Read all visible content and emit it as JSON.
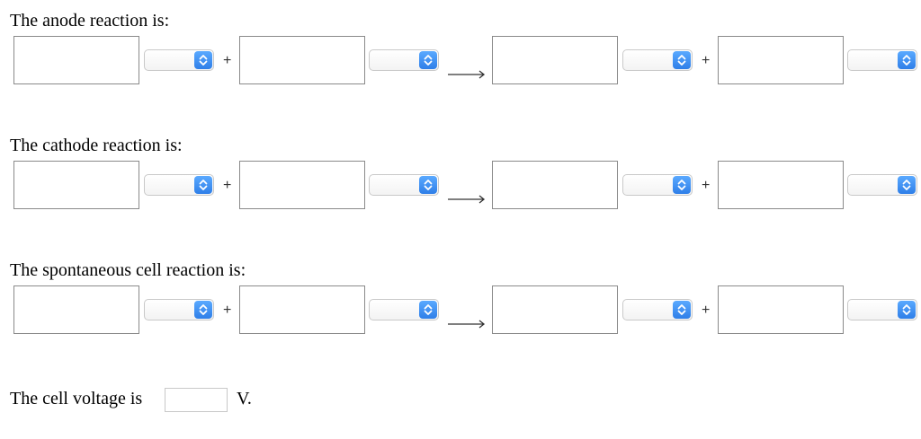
{
  "sections": [
    {
      "label": "The anode reaction is:",
      "plus_1": "+",
      "plus_2": "+",
      "selects": [
        "",
        "",
        "",
        ""
      ]
    },
    {
      "label": "The cathode reaction is:",
      "plus_1": "+",
      "plus_2": "+",
      "selects": [
        "",
        "",
        "",
        ""
      ]
    },
    {
      "label": "The spontaneous cell reaction is:",
      "plus_1": "+",
      "plus_2": "+",
      "selects": [
        "",
        "",
        "",
        ""
      ]
    }
  ],
  "voltage": {
    "label": "The cell voltage is",
    "value": "",
    "unit": "V."
  },
  "colors": {
    "select_button": "#3b8cf0",
    "box_border": "#8a8a8a"
  },
  "icons": {
    "select_chevron": "chevron-up-down-icon",
    "reaction_arrow": "right-arrow-icon"
  }
}
